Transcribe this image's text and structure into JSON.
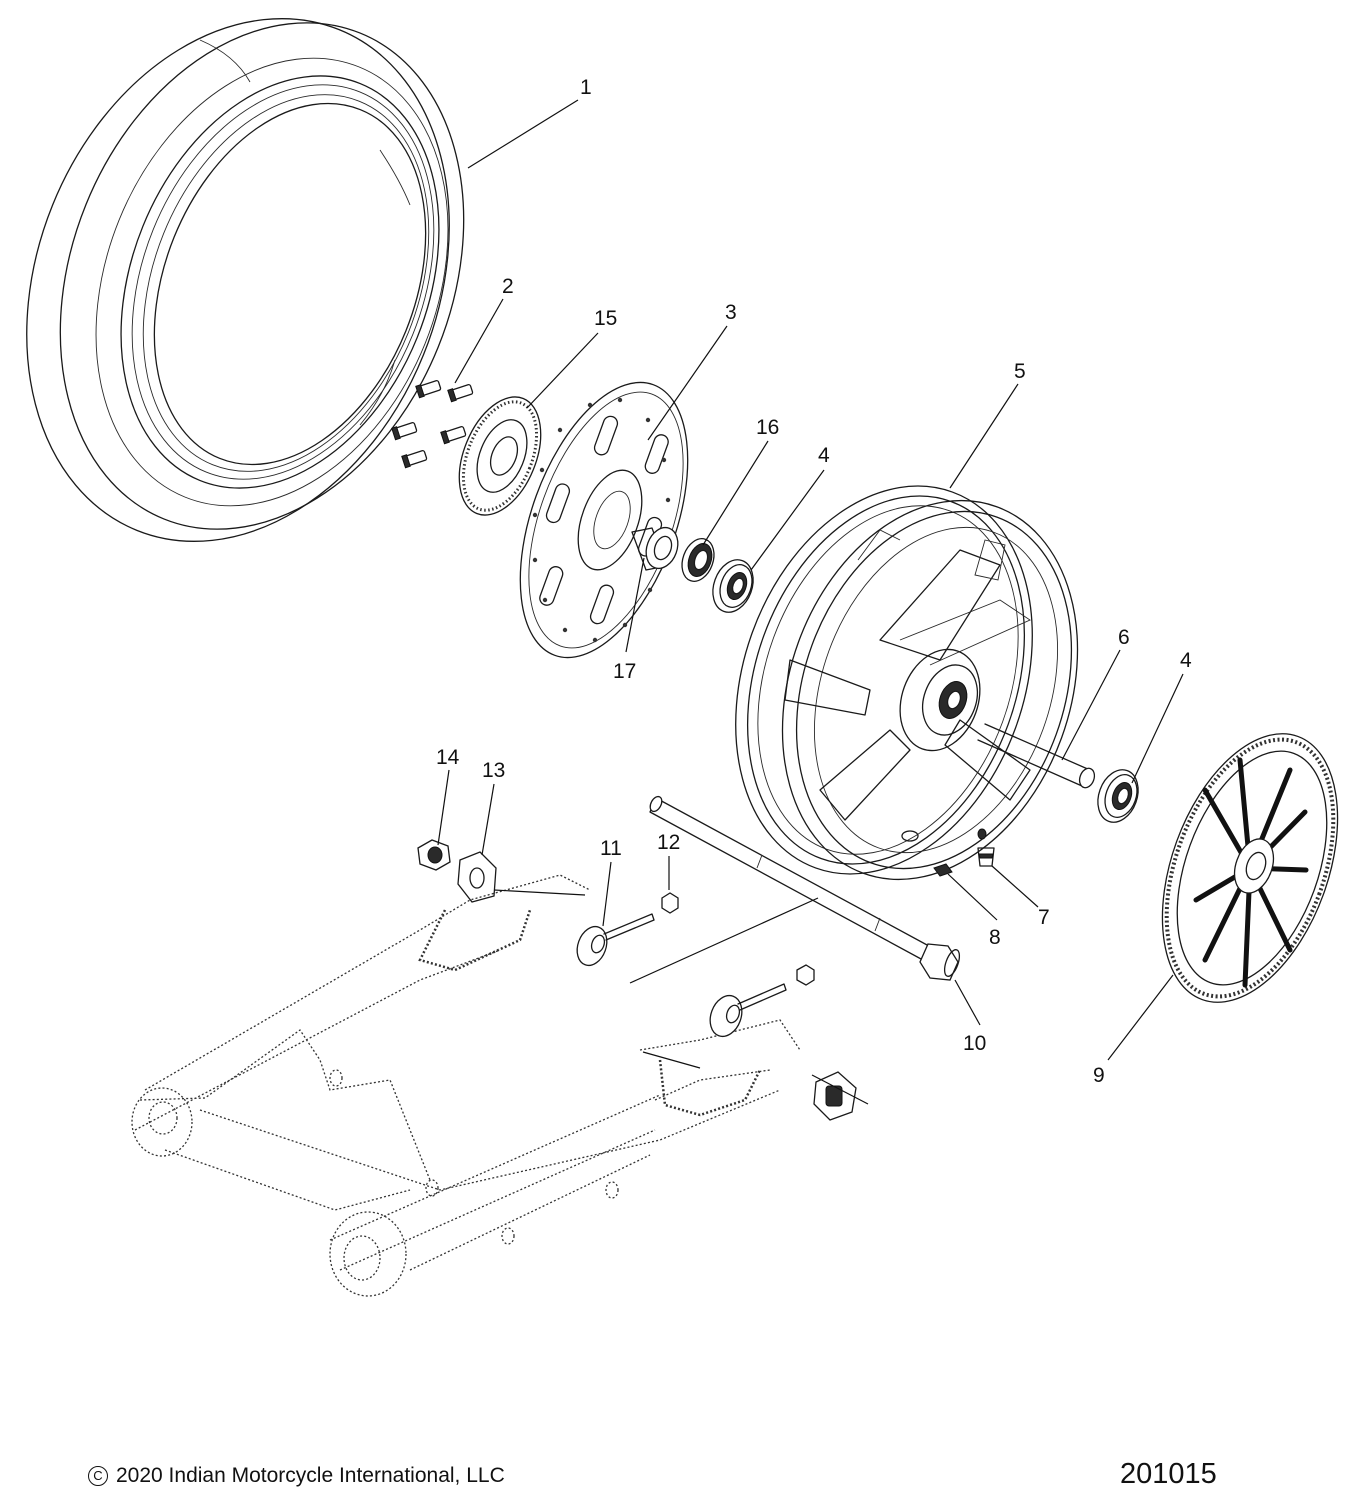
{
  "diagram": {
    "callouts": [
      {
        "id": "c1",
        "label": "1"
      },
      {
        "id": "c2",
        "label": "2"
      },
      {
        "id": "c15",
        "label": "15"
      },
      {
        "id": "c3",
        "label": "3"
      },
      {
        "id": "c16",
        "label": "16"
      },
      {
        "id": "c4a",
        "label": "4"
      },
      {
        "id": "c5",
        "label": "5"
      },
      {
        "id": "c17",
        "label": "17"
      },
      {
        "id": "c6",
        "label": "6"
      },
      {
        "id": "c4b",
        "label": "4"
      },
      {
        "id": "c14",
        "label": "14"
      },
      {
        "id": "c13",
        "label": "13"
      },
      {
        "id": "c11",
        "label": "11"
      },
      {
        "id": "c12",
        "label": "12"
      },
      {
        "id": "c7",
        "label": "7"
      },
      {
        "id": "c8",
        "label": "8"
      },
      {
        "id": "c10",
        "label": "10"
      },
      {
        "id": "c9",
        "label": "9"
      }
    ]
  },
  "footer": {
    "copyright_symbol": "C",
    "copyright_text": "2020 Indian Motorcycle International, LLC",
    "diagram_number": "201015"
  }
}
